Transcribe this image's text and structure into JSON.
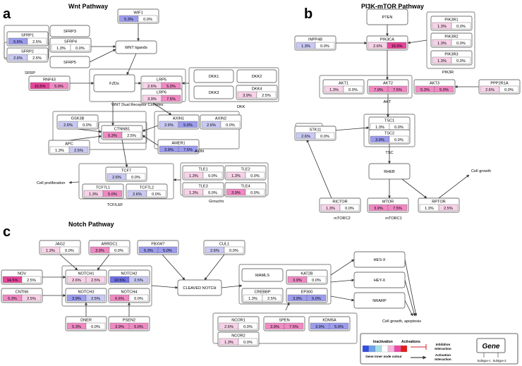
{
  "panels": [
    {
      "letter": "a",
      "title": "Wnt Pathway"
    },
    {
      "letter": "b",
      "title": "PI3K-mTOR Pathway"
    },
    {
      "letter": "c",
      "title": "Notch Pathway"
    }
  ],
  "colors": {
    "blue_strong": "#6f6fe6",
    "blue_light": "#c9c9f3",
    "blue_mid": "#9c9cee",
    "pink_strong": "#e6459a",
    "pink_mid": "#ef8ac3",
    "pink_light": "#f8d2e8",
    "white": "#ffffff",
    "edge": "#333333"
  },
  "genes": [
    {
      "id": "wif1",
      "name": "WIF1",
      "v1": "5.3%",
      "v2": "0.0%",
      "c1": "blue_mid",
      "c2": "white"
    },
    {
      "id": "sfrp1",
      "name": "SFRP1",
      "v1": "6.6%",
      "v2": "2.5%",
      "c1": "blue_mid",
      "c2": "white"
    },
    {
      "id": "sfrp4",
      "name": "SFRP4",
      "v1": "1.3%",
      "v2": "0.0%",
      "c1": "white",
      "c2": "white"
    },
    {
      "id": "sfrp2",
      "name": "SFRP2",
      "v1": "2.6%",
      "v2": "2.5%",
      "c1": "blue_light",
      "c2": "white"
    },
    {
      "id": "rnf43",
      "name": "RNF43",
      "v1": "10.5%",
      "v2": "5.0%",
      "c1": "pink_strong",
      "c2": "pink_mid"
    },
    {
      "id": "lrp5",
      "name": "LRP5",
      "v1": "2.6%",
      "v2": "5.0%",
      "c1": "pink_light",
      "c2": "pink_mid"
    },
    {
      "id": "lrp6",
      "name": "LRP6",
      "v1": "3.9%",
      "v2": "7.5%",
      "c1": "pink_light",
      "c2": "pink_mid"
    },
    {
      "id": "dkk4",
      "name": "DKK4",
      "v1": "3.9%",
      "v2": "2.5%",
      "c1": "pink_light",
      "c2": "white"
    },
    {
      "id": "gsk3b",
      "name": "GSK3B",
      "v1": "2.6%",
      "v2": "0.0%",
      "c1": "blue_light",
      "c2": "white"
    },
    {
      "id": "axin1",
      "name": "AXIN1",
      "v1": "2.6%",
      "v2": "5.0%",
      "c1": "blue_light",
      "c2": "blue_mid"
    },
    {
      "id": "axin2",
      "name": "AXIN2",
      "v1": "2.6%",
      "v2": "0.0%",
      "c1": "blue_light",
      "c2": "white"
    },
    {
      "id": "ctnnb1",
      "name": "CTNNB1",
      "v1": "5.3%",
      "v2": "2.5%",
      "c1": "pink_mid",
      "c2": "white"
    },
    {
      "id": "apc",
      "name": "APC",
      "v1": "1.3%",
      "v2": "2.5%",
      "c1": "white",
      "c2": "blue_light"
    },
    {
      "id": "amer1",
      "name": "AMER1",
      "v1": "3.9%",
      "v2": "7.5%",
      "c1": "blue_mid",
      "c2": "blue_mid"
    },
    {
      "id": "tcf7",
      "name": "TCF7",
      "v1": "2.6%",
      "v2": "0.0%",
      "c1": "blue_light",
      "c2": "white"
    },
    {
      "id": "tcf7l1",
      "name": "TCF7L1",
      "v1": "1.3%",
      "v2": "5.0%",
      "c1": "pink_light",
      "c2": "pink_mid"
    },
    {
      "id": "tcf7l2",
      "name": "TCF7L2",
      "v1": "2.6%",
      "v2": "0.0%",
      "c1": "blue_light",
      "c2": "white"
    },
    {
      "id": "tle1",
      "name": "TLE1",
      "v1": "1.3%",
      "v2": "0.0%",
      "c1": "pink_light",
      "c2": "white"
    },
    {
      "id": "tle2",
      "name": "TLE2",
      "v1": "1.3%",
      "v2": "0.0%",
      "c1": "pink_light",
      "c2": "white"
    },
    {
      "id": "tle3",
      "name": "TLE3",
      "v1": "1.3%",
      "v2": "0.0%",
      "c1": "pink_light",
      "c2": "white"
    },
    {
      "id": "tle4",
      "name": "TLE4",
      "v1": "3.9%",
      "v2": "0.0%",
      "c1": "pink_mid",
      "c2": "white"
    },
    {
      "id": "pik3r1",
      "name": "PIK3R1",
      "v1": "1.3%",
      "v2": "0.0%",
      "c1": "pink_light",
      "c2": "white"
    },
    {
      "id": "pik3r2",
      "name": "PIK3R2",
      "v1": "1.3%",
      "v2": "0.0%",
      "c1": "pink_light",
      "c2": "white"
    },
    {
      "id": "pik3r3",
      "name": "PIK3R3",
      "v1": "1.3%",
      "v2": "0.0%",
      "c1": "pink_light",
      "c2": "white"
    },
    {
      "id": "inpp4b",
      "name": "INPP4B",
      "v1": "1.3%",
      "v2": "0.0%",
      "c1": "blue_light",
      "c2": "white"
    },
    {
      "id": "pik3ca",
      "name": "PIK3CA",
      "v1": "2.6%",
      "v2": "15.0%",
      "c1": "pink_light",
      "c2": "pink_strong"
    },
    {
      "id": "akt1",
      "name": "AKT1",
      "v1": "1.3%",
      "v2": "0.0%",
      "c1": "pink_light",
      "c2": "white"
    },
    {
      "id": "akt2",
      "name": "AKT2",
      "v1": "7.9%",
      "v2": "7.5%",
      "c1": "pink_mid",
      "c2": "pink_mid"
    },
    {
      "id": "akt3",
      "name": "AKT3",
      "v1": "5.3%",
      "v2": "5.0%",
      "c1": "pink_mid",
      "c2": "pink_mid"
    },
    {
      "id": "ppp2r1a",
      "name": "PPP2R1A",
      "v1": "2.6%",
      "v2": "0.0%",
      "c1": "pink_light",
      "c2": "white"
    },
    {
      "id": "stk11",
      "name": "STK11",
      "v1": "2.6%",
      "v2": "0.0%",
      "c1": "blue_light",
      "c2": "white"
    },
    {
      "id": "tsc1",
      "name": "TSC1",
      "v1": "1.3%",
      "v2": "0.0%",
      "c1": "white",
      "c2": "white"
    },
    {
      "id": "tsc2",
      "name": "TSC2",
      "v1": "3.9%",
      "v2": "0.0%",
      "c1": "blue_mid",
      "c2": "white"
    },
    {
      "id": "rictor",
      "name": "RICTOR",
      "v1": "1.3%",
      "v2": "0.0%",
      "c1": "pink_light",
      "c2": "white"
    },
    {
      "id": "mtor",
      "name": "MTOR",
      "v1": "3.9%",
      "v2": "7.5%",
      "c1": "pink_mid",
      "c2": "pink_mid"
    },
    {
      "id": "rptor",
      "name": "RPTOR",
      "v1": "1.3%",
      "v2": "2.5%",
      "c1": "white",
      "c2": "pink_light"
    },
    {
      "id": "jag2",
      "name": "JAG2",
      "v1": "1.3%",
      "v2": "0.0%",
      "c1": "pink_light",
      "c2": "white"
    },
    {
      "id": "arrdc1",
      "name": "ARRDC1",
      "v1": "3.9%",
      "v2": "0.0%",
      "c1": "pink_mid",
      "c2": "white"
    },
    {
      "id": "fbxw7",
      "name": "FBXW7",
      "v1": "5.3%",
      "v2": "5.0%",
      "c1": "blue_mid",
      "c2": "blue_mid"
    },
    {
      "id": "cul1",
      "name": "CUL1",
      "v1": "2.6%",
      "v2": "0.0%",
      "c1": "blue_light",
      "c2": "white"
    },
    {
      "id": "nov",
      "name": "NOV",
      "v1": "14.5%",
      "v2": "2.5%",
      "c1": "pink_strong",
      "c2": "white"
    },
    {
      "id": "notch1",
      "name": "NOTCH1",
      "v1": "2.6%",
      "v2": "2.5%",
      "c1": "pink_light",
      "c2": "pink_light"
    },
    {
      "id": "notch2",
      "name": "NOTCH2",
      "v1": "10.5%",
      "v2": "2.5%",
      "c1": "blue_strong",
      "c2": "blue_light"
    },
    {
      "id": "cntn6",
      "name": "CNTN6",
      "v1": "5.3%",
      "v2": "2.5%",
      "c1": "pink_mid",
      "c2": "pink_light"
    },
    {
      "id": "notch3",
      "name": "NOTCH3",
      "v1": "3.9%",
      "v2": "2.5%",
      "c1": "blue_mid",
      "c2": "blue_light"
    },
    {
      "id": "notch4",
      "name": "NOTCH4",
      "v1": "6.6%",
      "v2": "0.0%",
      "c1": "pink_mid",
      "c2": "white"
    },
    {
      "id": "dner",
      "name": "DNER",
      "v1": "5.3%",
      "v2": "0.0%",
      "c1": "pink_mid",
      "c2": "white"
    },
    {
      "id": "psen2",
      "name": "PSEN2",
      "v1": "3.9%",
      "v2": "5.0%",
      "c1": "pink_mid",
      "c2": "pink_mid"
    },
    {
      "id": "kat2b",
      "name": "KAT2B",
      "v1": "3.9%",
      "v2": "0.0%",
      "c1": "pink_mid",
      "c2": "white"
    },
    {
      "id": "crebbp",
      "name": "CREBBP",
      "v1": "1.3%",
      "v2": "2.5%",
      "c1": "white",
      "c2": "white"
    },
    {
      "id": "ep300",
      "name": "EP300",
      "v1": "3.9%",
      "v2": "5.0%",
      "c1": "blue_mid",
      "c2": "blue_mid"
    },
    {
      "id": "ncor1",
      "name": "NCOR1",
      "v1": "2.6%",
      "v2": "0.0%",
      "c1": "pink_light",
      "c2": "white"
    },
    {
      "id": "spen",
      "name": "SPEN",
      "v1": "3.9%",
      "v2": "7.5%",
      "c1": "pink_mid",
      "c2": "pink_mid"
    },
    {
      "id": "kdm5a",
      "name": "KDM5A",
      "v1": "3.9%",
      "v2": "5.0%",
      "c1": "blue_mid",
      "c2": "blue_mid"
    },
    {
      "id": "ncor2",
      "name": "NCOR2",
      "v1": "1.3%",
      "v2": "0.0%",
      "c1": "pink_light",
      "c2": "white"
    }
  ],
  "plain_nodes": [
    {
      "id": "sfrp3",
      "label": "SFRP3"
    },
    {
      "id": "sfrp5",
      "label": "SFRP5"
    },
    {
      "id": "wnt_ligands",
      "label": "WNT ligands"
    },
    {
      "id": "fzds",
      "label": "FZDs"
    },
    {
      "id": "dkk1",
      "label": "DKK1"
    },
    {
      "id": "dkk2",
      "label": "DKK2"
    },
    {
      "id": "dkk3",
      "label": "DKK3"
    },
    {
      "id": "pten",
      "label": "PTEN"
    },
    {
      "id": "rheb",
      "label": "RHEB"
    },
    {
      "id": "cleaved_notch",
      "label": "CLEAVED NOTCH"
    },
    {
      "id": "maml",
      "label": "MAMLS"
    },
    {
      "id": "hes",
      "label": "HES-X"
    },
    {
      "id": "hey",
      "label": "HEY-X"
    },
    {
      "id": "nrarp",
      "label": "NRARP"
    }
  ],
  "texts": [
    {
      "id": "t_sfrp",
      "text": "SFRP"
    },
    {
      "id": "t_wntcomplex",
      "text": "WNT Dual Receptor Complex"
    },
    {
      "id": "t_dkk",
      "text": "DKK"
    },
    {
      "id": "t_axin",
      "text": "AXIN"
    },
    {
      "id": "t_tcflef",
      "text": "TCF/LEF"
    },
    {
      "id": "t_groucho",
      "text": "Groucho"
    },
    {
      "id": "t_cellprolif",
      "text": "Cell proliferation"
    },
    {
      "id": "t_pik3r",
      "text": "PIK3R"
    },
    {
      "id": "t_akt",
      "text": "AKT"
    },
    {
      "id": "t_tsc",
      "text": "TSC"
    },
    {
      "id": "t_mtorc2",
      "text": "mTORC2"
    },
    {
      "id": "t_mtorc1",
      "text": "mTORC1"
    },
    {
      "id": "t_cellgrowth",
      "text": "Cell growth"
    },
    {
      "id": "t_cellgrowth_apop",
      "text": "Cell growth, apoptosis"
    }
  ],
  "legend": {
    "inactivation": "Inactivation",
    "activations": "Activations",
    "node_colour": "Gene inner node colour",
    "inhibition": "Inhibition",
    "interaction1": "Interaction",
    "activation": "Activation",
    "interaction2": "Interaction",
    "gene": "Gene",
    "subtype1": "Subtype-1",
    "subtype2": "Subtype-2",
    "gradient": [
      "#2f4de0",
      "#6ea2e9",
      "#a8e0e6",
      "#ffffff",
      "#f6b6dd",
      "#ec4aa6",
      "#e41b1b"
    ]
  }
}
